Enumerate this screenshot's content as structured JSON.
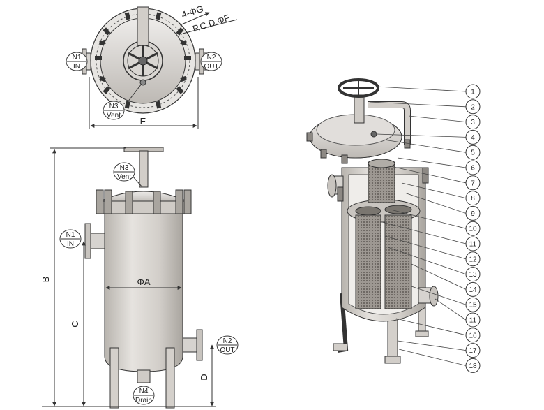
{
  "nozzles": {
    "n1": {
      "tag": "N1",
      "label": "IN"
    },
    "n2": {
      "tag": "N2",
      "label": "OUT"
    },
    "n3": {
      "tag": "N3",
      "label": "Vent"
    },
    "n4": {
      "tag": "N4",
      "label": "Drain"
    }
  },
  "dimensions": {
    "holes": "4-ΦG",
    "pcd": "P.C.D.ΦF",
    "e": "E",
    "b": "B",
    "c": "C",
    "d": "D",
    "diameter": "ΦA"
  },
  "callouts": [
    "1",
    "2",
    "3",
    "4",
    "5",
    "6",
    "7",
    "8",
    "9",
    "10",
    "11",
    "12",
    "13",
    "14",
    "15",
    "11",
    "16",
    "17",
    "18"
  ],
  "colors": {
    "line": "#333333",
    "shell": "#d9d6d2",
    "shell_dark": "#b9b5b0",
    "steel": "#8e8a86"
  }
}
